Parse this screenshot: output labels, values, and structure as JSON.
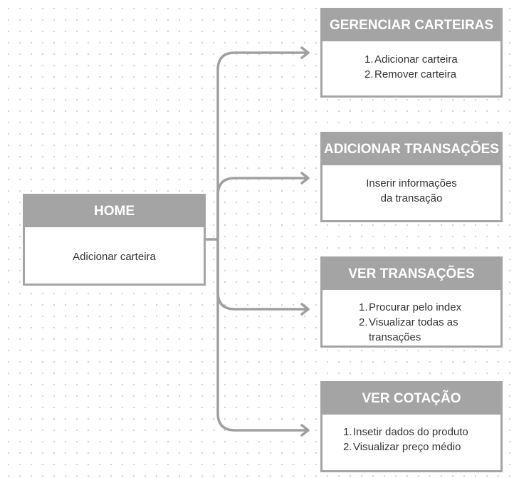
{
  "home": {
    "title": "HOME",
    "body": "Adicionar carteira"
  },
  "gerenciar_carteiras": {
    "title": "GERENCIAR CARTEIRAS",
    "items": [
      {
        "num": "1.",
        "text": "Adicionar carteira"
      },
      {
        "num": "2.",
        "text": "Remover carteira"
      }
    ]
  },
  "adicionar_transacoes": {
    "title": "ADICIONAR TRANSAÇÕES",
    "lines": [
      "Inserir informações",
      "da transação"
    ]
  },
  "ver_transacoes": {
    "title": "VER TRANSAÇÕES",
    "items": [
      {
        "num": "1.",
        "text": "Procurar pelo index"
      },
      {
        "num": "2.",
        "text": "Visualizar todas as transações"
      }
    ]
  },
  "ver_cotacao": {
    "title": "VER COTAÇÃO",
    "items": [
      {
        "num": "1.",
        "text": "Insetir dados do produto"
      },
      {
        "num": "2.",
        "text": "Visualizar preço médio"
      }
    ]
  },
  "colors": {
    "header": "#a4a4a4",
    "border": "#a4a4a4",
    "connector": "#a0a0a0",
    "text": "#333333"
  }
}
